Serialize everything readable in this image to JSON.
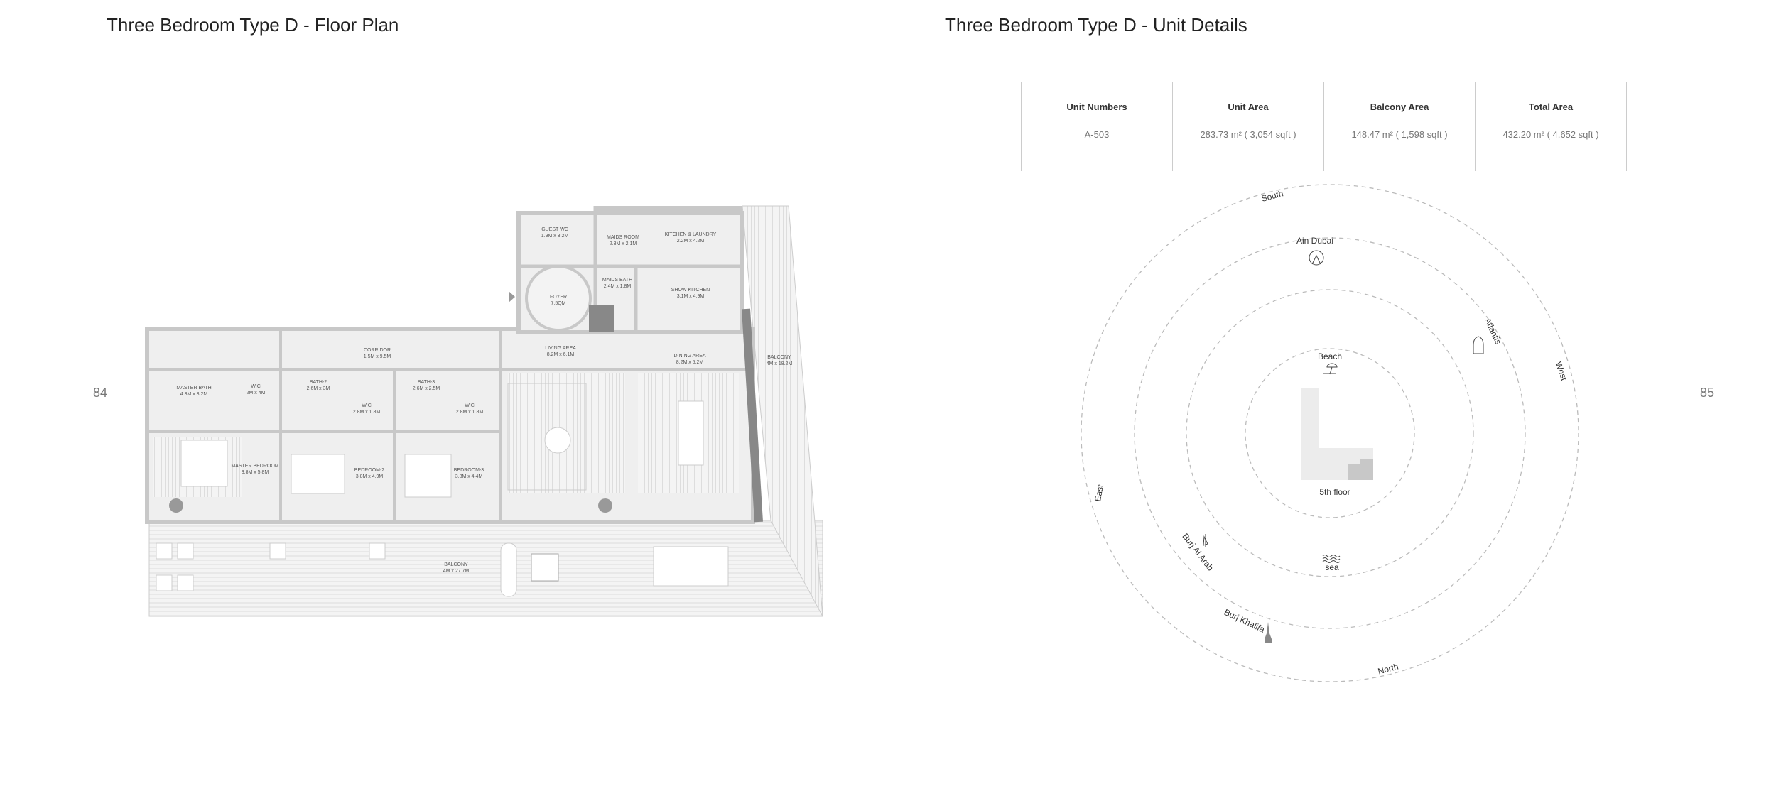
{
  "left_page": {
    "title": "Three Bedroom Type D -  Floor Plan",
    "page_number": "84"
  },
  "right_page": {
    "title": "Three Bedroom Type D -  Unit Details",
    "page_number": "85"
  },
  "unit_table": {
    "columns": [
      {
        "header": "Unit Numbers",
        "value": "A-503"
      },
      {
        "header": "Unit Area",
        "value": "283.73 m² ( 3,054 sqft )"
      },
      {
        "header": "Balcony Area",
        "value": "148.47 m² ( 1,598 sqft )"
      },
      {
        "header": "Total Area",
        "value": "432.20 m² ( 4,652 sqft )"
      }
    ]
  },
  "floor_plan": {
    "rooms": [
      {
        "name": "GUEST WC",
        "size": "1.9M x 3.2M"
      },
      {
        "name": "MAIDS ROOM",
        "size": "2.3M x 2.1M"
      },
      {
        "name": "KITCHEN & LAUNDRY",
        "size": "2.2M x 4.2M"
      },
      {
        "name": "FOYER",
        "size": "7.5QM"
      },
      {
        "name": "MAIDS BATH",
        "size": "2.4M x 1.8M"
      },
      {
        "name": "SHOW KITCHEN",
        "size": "3.1M x 4.9M"
      },
      {
        "name": "CORRIDOR",
        "size": "1.5M x 9.5M"
      },
      {
        "name": "LIVING AREA",
        "size": "8.2M x 6.1M"
      },
      {
        "name": "DINING AREA",
        "size": "8.2M x 5.2M"
      },
      {
        "name": "BALCONY",
        "size": "4M x 18.2M"
      },
      {
        "name": "MASTER BATH",
        "size": "4.3M x 3.2M"
      },
      {
        "name": "WIC",
        "size": "2M x 4M"
      },
      {
        "name": "BATH-2",
        "size": "2.6M x 3M"
      },
      {
        "name": "WIC",
        "size": "2.8M x 1.8M"
      },
      {
        "name": "BATH-3",
        "size": "2.6M x 2.5M"
      },
      {
        "name": "WIC",
        "size": "2.8M x 1.8M"
      },
      {
        "name": "MASTER BEDROOM",
        "size": "3.8M x 5.8M"
      },
      {
        "name": "BEDROOM-2",
        "size": "3.8M x 4.9M"
      },
      {
        "name": "BEDROOM-3",
        "size": "3.8M x 4.4M"
      },
      {
        "name": "BALCONY",
        "size": "4M x 27.7M"
      }
    ]
  },
  "orientation": {
    "directions": {
      "south": "South",
      "west": "West",
      "east": "East",
      "north": "North"
    },
    "landmarks": {
      "ain_dubai": "Ain Dubai",
      "beach": "Beach",
      "atlantis": "Atlantis",
      "burj_al_arab": "Burj Al Arab",
      "sea": "sea",
      "burj_khalifa": "Burj Khalifa"
    },
    "floor": "5th floor"
  }
}
